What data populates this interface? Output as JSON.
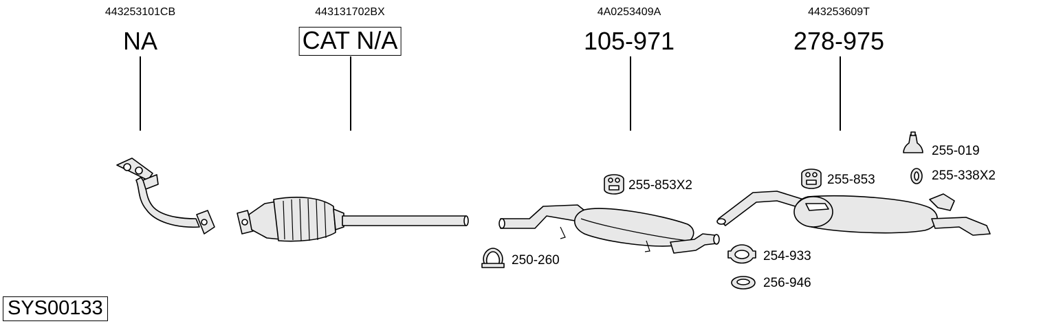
{
  "groups": [
    {
      "oem": "443253101CB",
      "code": "NA"
    },
    {
      "oem": "443131702BX",
      "code": "CAT N/A"
    },
    {
      "oem": "4A0253409A",
      "code": "105-971"
    },
    {
      "oem": "443253609T",
      "code": "278-975"
    }
  ],
  "accessories": [
    {
      "label": "255-853X2",
      "icon": "rubber-hanger-icon"
    },
    {
      "label": "250-260",
      "icon": "u-clamp-icon"
    },
    {
      "label": "255-853",
      "icon": "rubber-hanger-icon"
    },
    {
      "label": "254-933",
      "icon": "clamp-icon"
    },
    {
      "label": "256-946",
      "icon": "gasket-ring-icon"
    },
    {
      "label": "255-019",
      "icon": "bell-mount-icon"
    },
    {
      "label": "255-338X2",
      "icon": "rubber-ring-icon"
    }
  ],
  "system_id": "SYS00133"
}
